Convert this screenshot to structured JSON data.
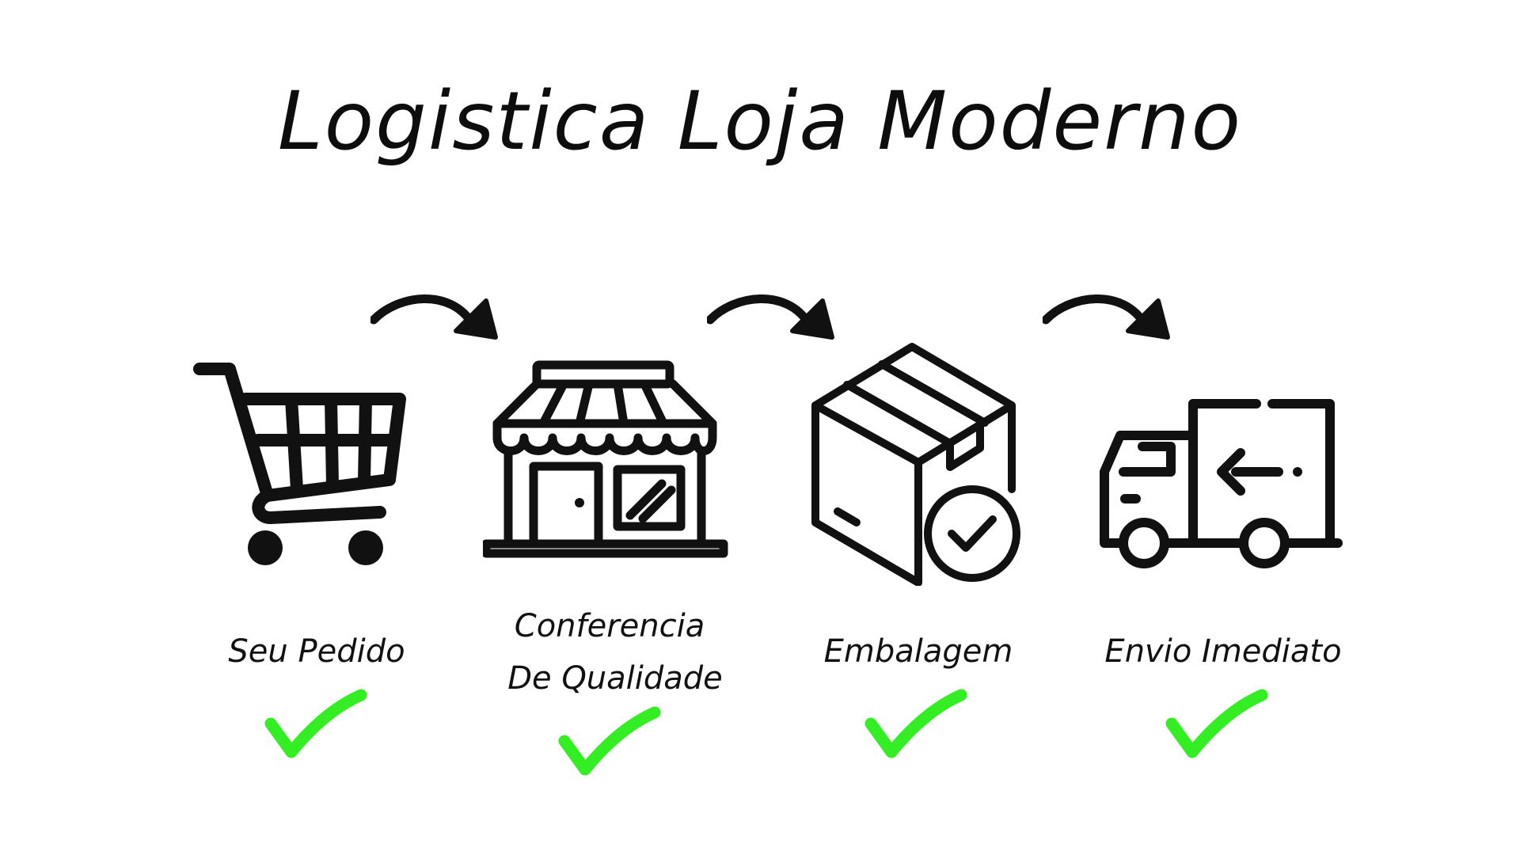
{
  "title": "Logistica Loja Moderno",
  "colors": {
    "ink": "#111111",
    "check": "#33ee22",
    "background": "#ffffff"
  },
  "steps": [
    {
      "label": "Seu Pedido",
      "icon": "shopping-cart-icon",
      "done": true
    },
    {
      "label_lines": [
        "Conferencia",
        "De Qualidade"
      ],
      "icon": "storefront-icon",
      "done": true
    },
    {
      "label": "Embalagem",
      "icon": "package-check-icon",
      "done": true
    },
    {
      "label": "Envio Imediato",
      "icon": "delivery-truck-icon",
      "done": true
    }
  ],
  "connectors": [
    "curved-arrow-icon",
    "curved-arrow-icon",
    "curved-arrow-icon"
  ]
}
